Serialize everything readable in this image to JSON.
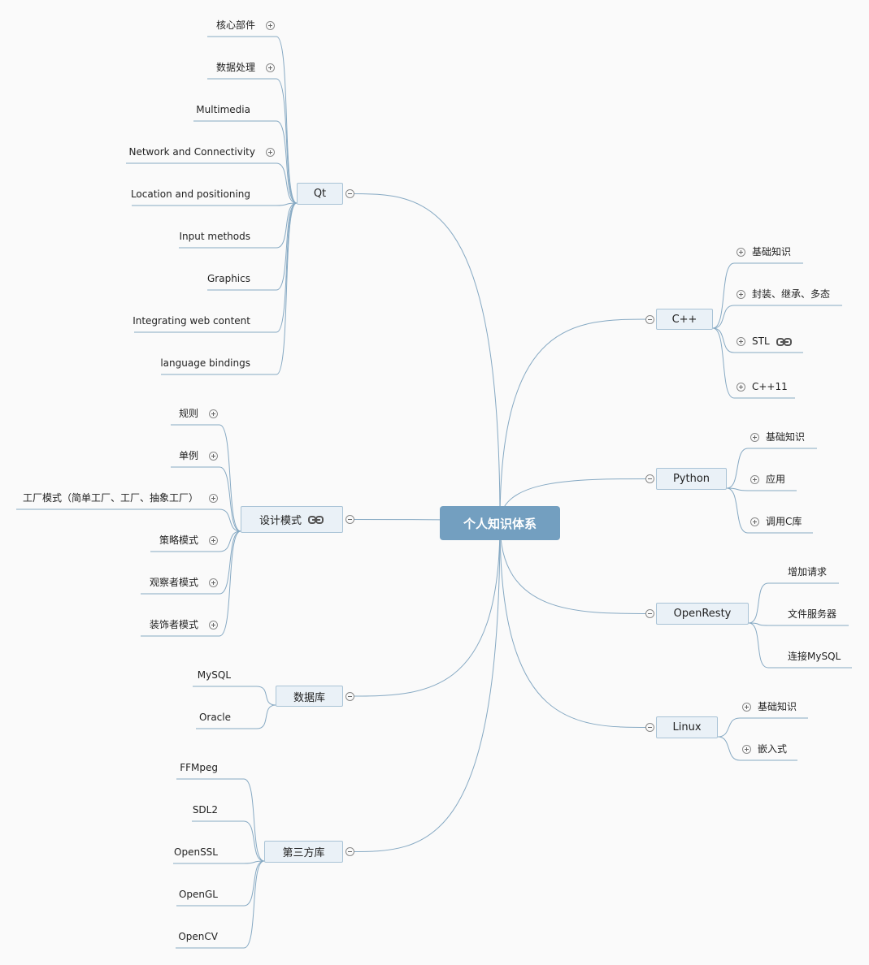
{
  "root": "个人知识体系",
  "branches": {
    "qt": {
      "label": "Qt",
      "items": [
        "核心部件",
        "数据处理",
        "Multimedia",
        "Network and Connectivity",
        "Location and positioning",
        "Input methods",
        "Graphics",
        "Integrating web content",
        "language bindings"
      ]
    },
    "design": {
      "label": "设计模式",
      "items": [
        "规则",
        "单例",
        "工厂模式（简单工厂、工厂、抽象工厂）",
        "策略模式",
        "观察者模式",
        "装饰者模式"
      ]
    },
    "db": {
      "label": "数据库",
      "items": [
        "MySQL",
        "Oracle"
      ]
    },
    "third": {
      "label": "第三方库",
      "items": [
        "FFMpeg",
        "SDL2",
        "OpenSSL",
        "OpenGL",
        "OpenCV"
      ]
    },
    "cpp": {
      "label": "C++",
      "items": [
        "基础知识",
        "封装、继承、多态",
        "STL",
        "C++11"
      ]
    },
    "python": {
      "label": "Python",
      "items": [
        "基础知识",
        "应用",
        "调用C库"
      ]
    },
    "openresty": {
      "label": "OpenResty",
      "items": [
        "增加请求",
        "文件服务器",
        "连接MySQL"
      ]
    },
    "linux": {
      "label": "Linux",
      "items": [
        "基础知识",
        "嵌入式"
      ]
    }
  },
  "icons": [
    "collapse-icon",
    "expand-icon",
    "link-icon"
  ],
  "colors": {
    "root": "#739fc0",
    "branch_fill": "#eaf1f7",
    "line": "#86a9c3"
  }
}
